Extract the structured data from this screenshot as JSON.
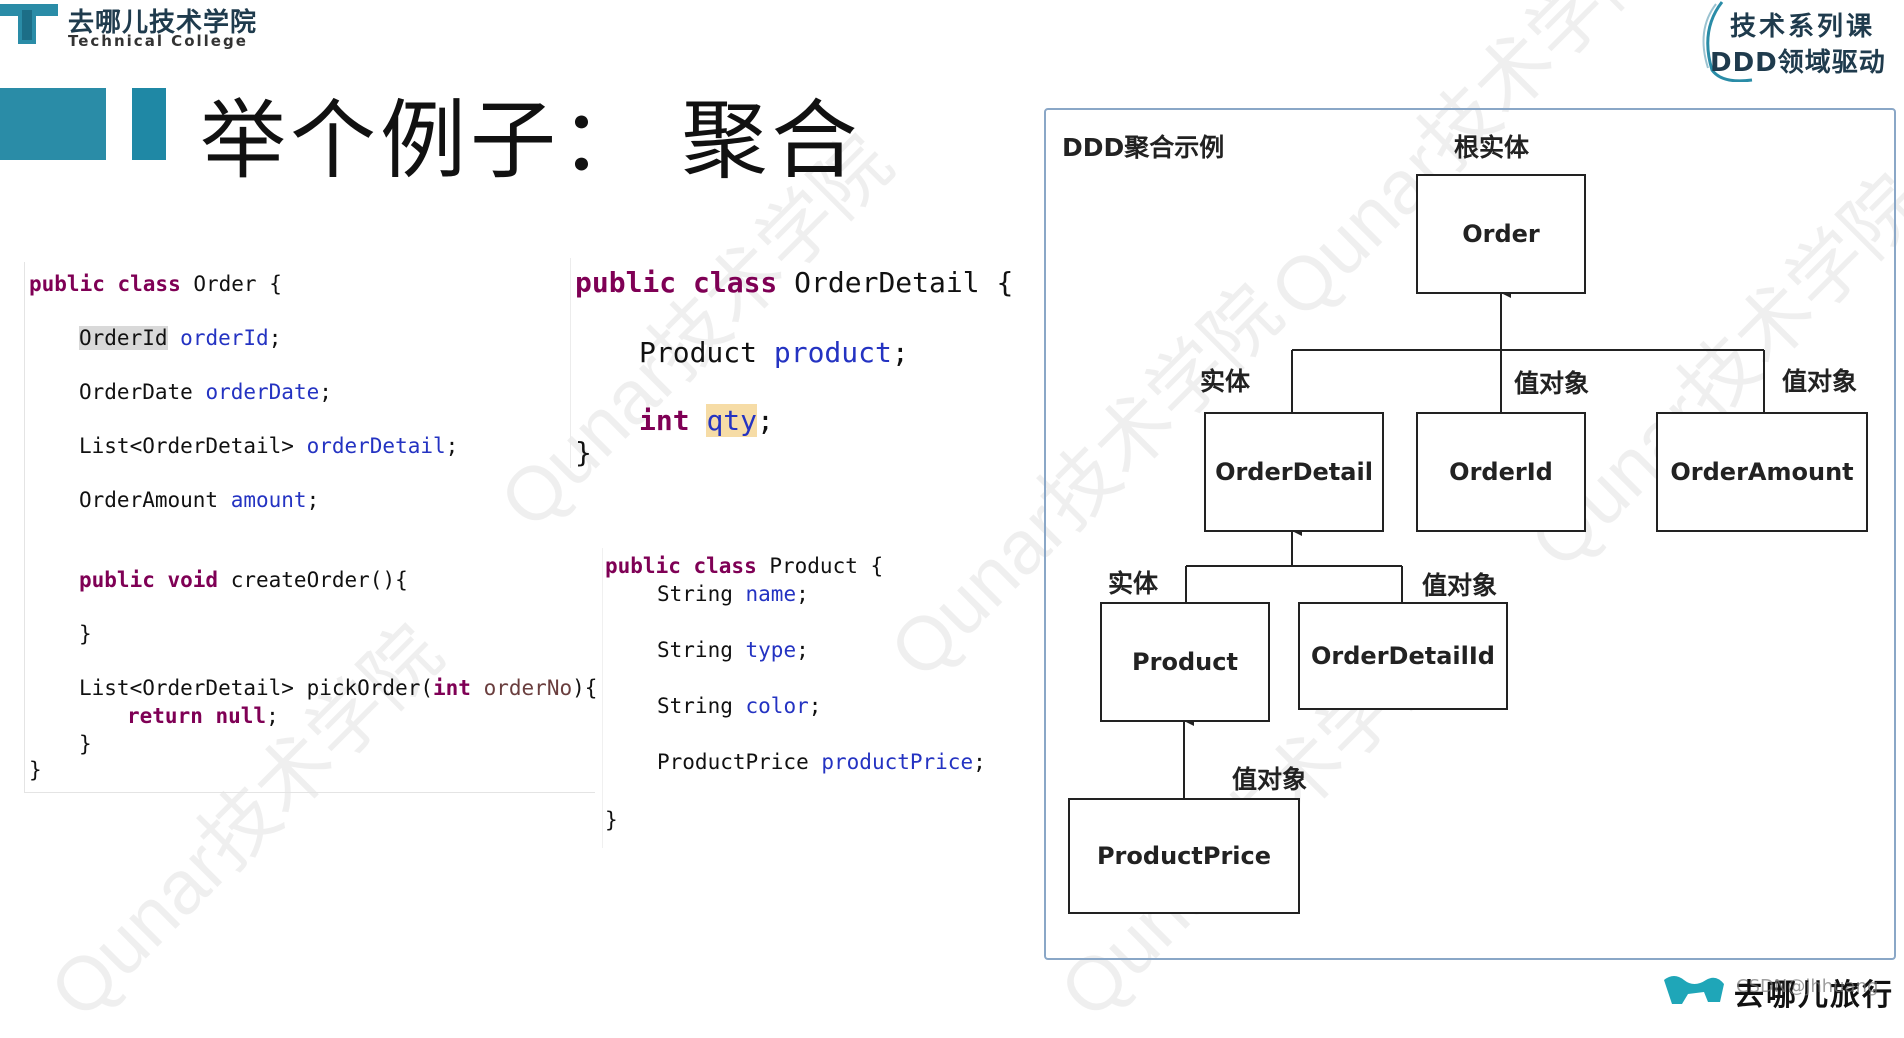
{
  "header": {
    "logo_cn": "去哪儿技术学院",
    "logo_en": "Technical College",
    "badge_line1": "技术系列课",
    "badge_line2": "DDD领域驱动"
  },
  "title": "举个例子： 聚合",
  "watermark_text": "Qunar技术学院",
  "colors": {
    "accent": "#2a8ca7",
    "keyword": "#7f0055",
    "field": "#2433c2",
    "panel_border": "#8aa7c7"
  },
  "code_order": {
    "l1_kw": "public class",
    "l1_rest": " Order {",
    "l2_type": "OrderId",
    "l2_field": "orderId",
    "l2_end": ";",
    "l3_type": "OrderDate ",
    "l3_field": "orderDate",
    "l3_end": ";",
    "l4_type": "List<OrderDetail> ",
    "l4_field": "orderDetail",
    "l4_end": ";",
    "l5_type": "OrderAmount ",
    "l5_field": "amount",
    "l5_end": ";",
    "l6_kw": "public void",
    "l6_rest": " createOrder(){",
    "l7": "}",
    "l8_a": "List<OrderDetail> pickOrder(",
    "l8_kw": "int",
    "l8_b": " ",
    "l8_param": "orderNo",
    "l8_c": "){",
    "l9_kw": "return null",
    "l9_end": ";",
    "l10": "}",
    "l11": "}"
  },
  "code_detail": {
    "l1_kw": "public class",
    "l1_rest": " OrderDetail {",
    "l2_type": "Product ",
    "l2_field": "product",
    "l2_end": ";",
    "l3_kw": "int",
    "l3_sp": " ",
    "l3_field": "qty",
    "l3_end": ";",
    "l4": "}"
  },
  "code_product": {
    "l1_kw": "public class",
    "l1_rest": " Product {",
    "l2_type": "String ",
    "l2_field": "name",
    "l2_end": ";",
    "l3_type": "String ",
    "l3_field": "type",
    "l3_end": ";",
    "l4_type": "String ",
    "l4_field": "color",
    "l4_end": ";",
    "l5_type": "ProductPrice ",
    "l5_field": "productPrice",
    "l5_end": ";",
    "l6": "}"
  },
  "diagram": {
    "title": "DDD聚合示例",
    "root_label": "根实体",
    "entity_label": "实体",
    "value_label": "值对象",
    "nodes": {
      "order": "Order",
      "order_detail": "OrderDetail",
      "order_id": "OrderId",
      "order_amount": "OrderAmount",
      "product": "Product",
      "order_detail_id": "OrderDetailId",
      "product_price": "ProductPrice"
    }
  },
  "footer": {
    "brand": "去哪儿旅行",
    "csdn": "CSDN@jhhuang"
  }
}
